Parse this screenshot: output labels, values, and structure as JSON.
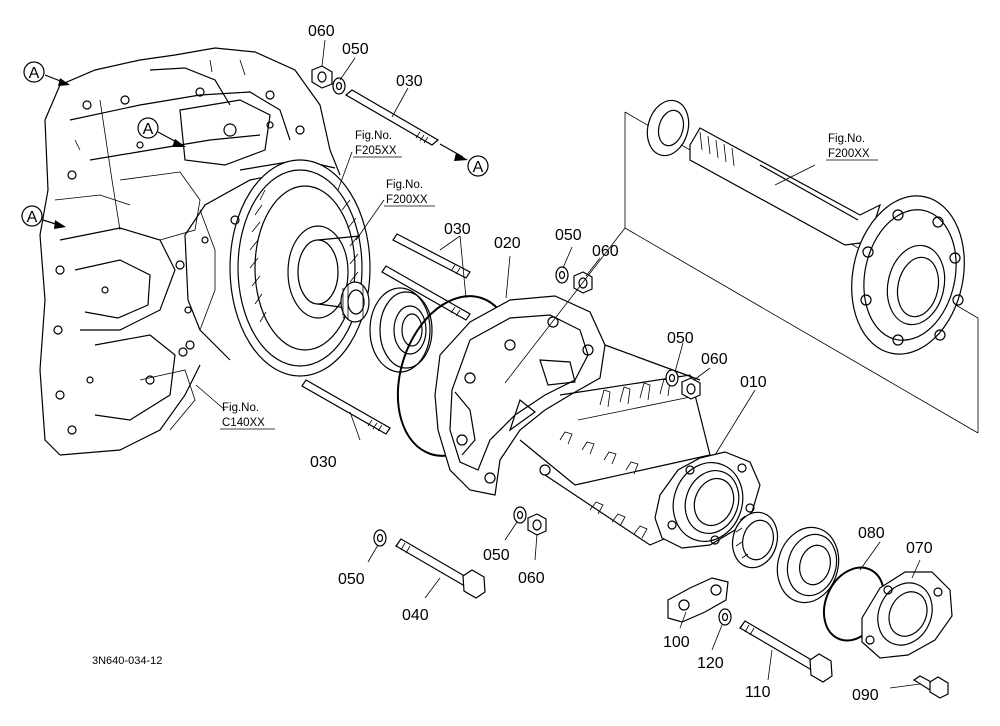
{
  "labels": {
    "n060_top": "060",
    "n050_top": "050",
    "n030_top": "030",
    "n030_mid": "030",
    "n020": "020",
    "n050_mid": "050",
    "n060_mid": "060",
    "n050_right": "050",
    "n060_right": "060",
    "n010": "010",
    "n030_low": "030",
    "n050_low1": "050",
    "n060_low": "060",
    "n050_low2": "050",
    "n040": "040",
    "n080": "080",
    "n070": "070",
    "n100": "100",
    "n120": "120",
    "n110": "110",
    "n090": "090"
  },
  "refs": {
    "f205_t": "Fig.No.",
    "f205_n": "F205XX",
    "f200a_t": "Fig.No.",
    "f200a_n": "F200XX",
    "f200b_t": "Fig.No.",
    "f200b_n": "F200XX",
    "c140_t": "Fig.No.",
    "c140_n": "C140XX"
  },
  "markers": {
    "a": "A"
  },
  "drawing_code": "3N640-034-12"
}
